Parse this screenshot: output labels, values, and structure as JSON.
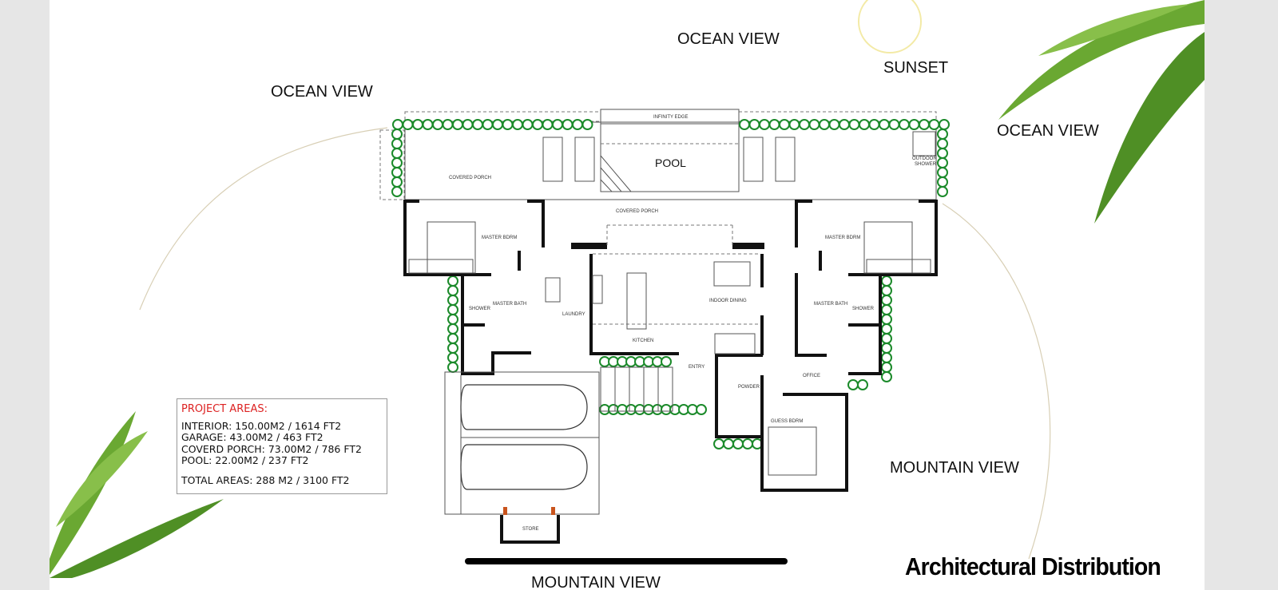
{
  "orientation_labels": {
    "ocean_view_top": "OCEAN VIEW",
    "ocean_view_left": "OCEAN VIEW",
    "ocean_view_right": "OCEAN VIEW",
    "sunset": "SUNSET",
    "mountain_view_right": "MOUNTAIN VIEW",
    "mountain_view_bottom": "MOUNTAIN VIEW"
  },
  "rooms": {
    "infinity_edge": "INFINITY EDGE",
    "pool": "POOL",
    "covered_porch_left": "COVERED PORCH",
    "covered_porch_center": "COVERED PORCH",
    "outdoor_shower_1": "OUTDOOR",
    "outdoor_shower_2": "SHOWER",
    "master_bdrm_left": "MASTER BDRM",
    "master_bdrm_right": "MASTER BDRM",
    "master_bath_left": "MASTER BATH",
    "master_bath_right": "MASTER BATH",
    "shower_left": "SHOWER",
    "shower_right": "SHOWER",
    "laundry": "LAUNDRY",
    "kitchen": "KITCHEN",
    "indoor_dining": "INDOOR DINING",
    "entry": "ENTRY",
    "powder": "POWDER",
    "office": "OFFICE",
    "guest_bdrm": "GUESS BDRM",
    "store": "STORE"
  },
  "project_areas": {
    "title": "PROJECT AREAS:",
    "interior": "INTERIOR: 150.00M2 / 1614 FT2",
    "garage": "GARAGE: 43.00M2 / 463 FT2",
    "covered_porch": "COVERD PORCH: 73.00M2 / 786 FT2",
    "pool": "POOL: 22.00M2 / 237 FT2",
    "total": "TOTAL AREAS: 288 M2 / 3100 FT2"
  },
  "brand": "Architectural Distribution",
  "colors": {
    "hedge": "#1b8a2a",
    "title_red": "#d22222",
    "palm": "#5a9a2a"
  }
}
